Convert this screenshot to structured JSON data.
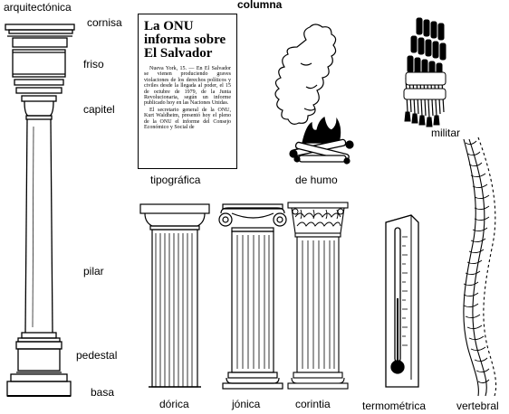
{
  "labels": {
    "arquitectonica": "arquitectónica",
    "columna": "columna",
    "cornisa": "cornisa",
    "friso": "friso",
    "capitel": "capitel",
    "pilar": "pilar",
    "pedestal": "pedestal",
    "basa": "basa",
    "tipografica": "tipográfica",
    "de_humo": "de humo",
    "militar": "militar",
    "dorica": "dórica",
    "jonica": "jónica",
    "corintia": "corintia",
    "termometrica": "termométrica",
    "vertebral": "vertebral"
  },
  "newspaper": {
    "headline_line1": "La ONU",
    "headline_line2": "informa sobre",
    "headline_line3": "El Salvador",
    "paragraph1": "Nueva York, 15. — En El Salvador se vienen produciendo graves violaciones de los derechos políticos y civiles desde la llegada al poder, el 15 de octubre de 1979, de la Junta Revolucionaria, según un informe publicado hoy en las Naciones Unidas.",
    "paragraph2": "El secretario general de la ONU, Kurt Waldheim, presentó hoy el pleno de la ONU el informe del Consejo Económico y Social de"
  }
}
